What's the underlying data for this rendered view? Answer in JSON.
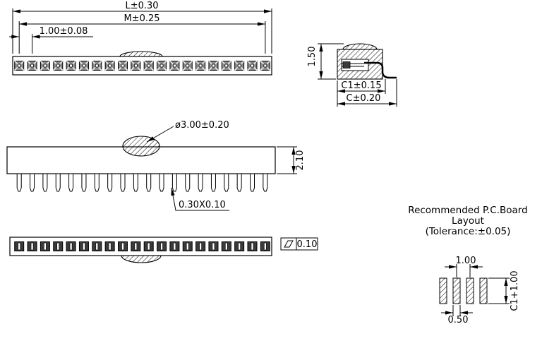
{
  "drawing_labels": {
    "top_view": {
      "dim_overall_length": "L±0.30",
      "dim_contact_span": "M±0.25",
      "dim_pitch": "1.00±0.08"
    },
    "side_view": {
      "dim_height": "1.50",
      "dim_c1": "C1±0.15",
      "dim_c": "C±0.20"
    },
    "front_view": {
      "dim_boss_diameter": "ø3.00±0.20",
      "dim_body_height": "2.10",
      "dim_pin_section": "0.30X0.10"
    },
    "bottom_view": {
      "flatness_tolerance": "0.10"
    },
    "pcb_layout": {
      "title_line1": "Recommended  P.C.Board",
      "title_line2": "Layout",
      "title_line3": "(Tolerance:±0.05)",
      "dim_pad_pitch": "1.00",
      "dim_pad_width": "0.50",
      "dim_pad_length": "C1+1.00"
    }
  },
  "geometry": {
    "pin_count": 20,
    "pad_count": 4
  },
  "colors": {
    "line": "#000000",
    "background": "#ffffff",
    "contact_fill": "#8a8a8a",
    "contact_dark_fill": "#3a3a3a"
  }
}
